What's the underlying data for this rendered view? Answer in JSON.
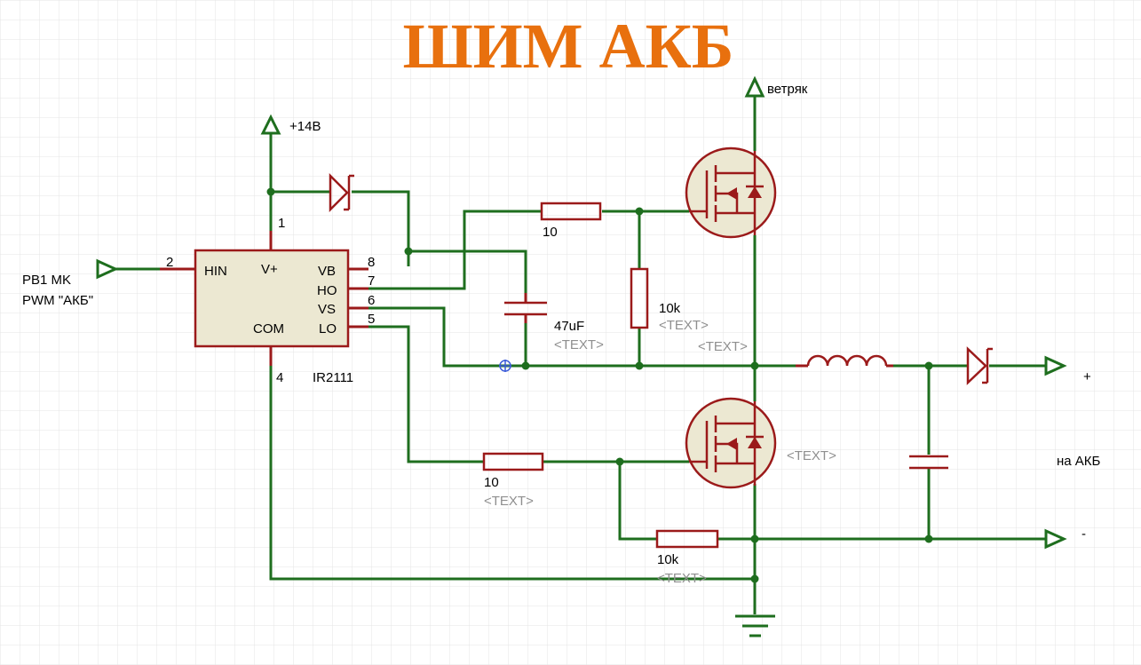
{
  "title": "ШИМ АКБ",
  "colors": {
    "title": "#e8700e",
    "wire": "#1e6e1e",
    "component": "#9b1a1a",
    "ic_fill": "#ece8d2",
    "grid": "#dcdcdc"
  },
  "terminals": {
    "vcc": "+14В",
    "wind": "ветряк",
    "input_line1": "PB1 MK",
    "input_line2": "PWM \"АКБ\"",
    "out_plus": "+",
    "out_minus": "-",
    "battery": "на АКБ"
  },
  "ic": {
    "name": "IR2111",
    "pins": {
      "hin": "HIN",
      "vplus": "V+",
      "vb": "VB",
      "ho": "HO",
      "vs": "VS",
      "lo": "LO",
      "com": "COM"
    },
    "pin_numbers": {
      "p1": "1",
      "p2": "2",
      "p4": "4",
      "p5": "5",
      "p6": "6",
      "p7": "7",
      "p8": "8"
    }
  },
  "components": {
    "r_gate_high": "10",
    "r_gs_high": "10k",
    "cap_boot": "47uF",
    "r_gate_low": "10",
    "r_gs_low": "10k",
    "placeholder": "<TEXT>"
  }
}
